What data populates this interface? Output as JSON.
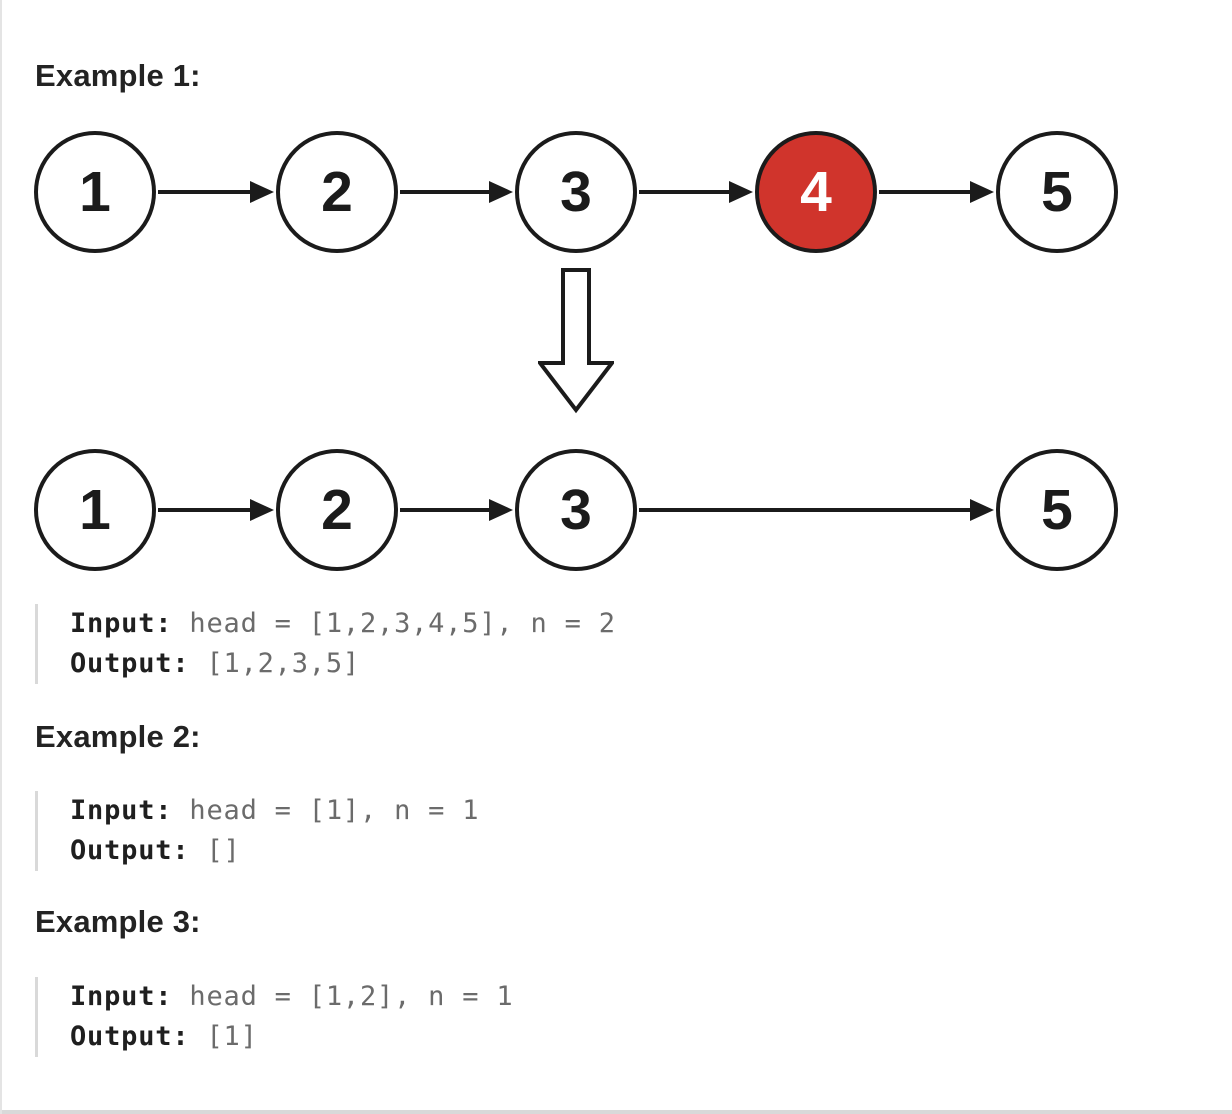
{
  "figure": {
    "highlight_color": "#d0342c",
    "before": {
      "nodes": [
        {
          "label": "1"
        },
        {
          "label": "2"
        },
        {
          "label": "3"
        },
        {
          "label": "4",
          "highlighted": true
        },
        {
          "label": "5"
        }
      ]
    },
    "after": {
      "nodes": [
        {
          "label": "1"
        },
        {
          "label": "2"
        },
        {
          "label": "3"
        },
        {
          "label": "5"
        }
      ]
    }
  },
  "examples": [
    {
      "heading": "Example 1:",
      "input_label": "Input:",
      "input_value": "head = [1,2,3,4,5], n = 2",
      "output_label": "Output:",
      "output_value": "[1,2,3,5]"
    },
    {
      "heading": "Example 2:",
      "input_label": "Input:",
      "input_value": "head = [1], n = 1",
      "output_label": "Output:",
      "output_value": "[]"
    },
    {
      "heading": "Example 3:",
      "input_label": "Input:",
      "input_value": "head = [1,2], n = 1",
      "output_label": "Output:",
      "output_value": "[1]"
    }
  ]
}
